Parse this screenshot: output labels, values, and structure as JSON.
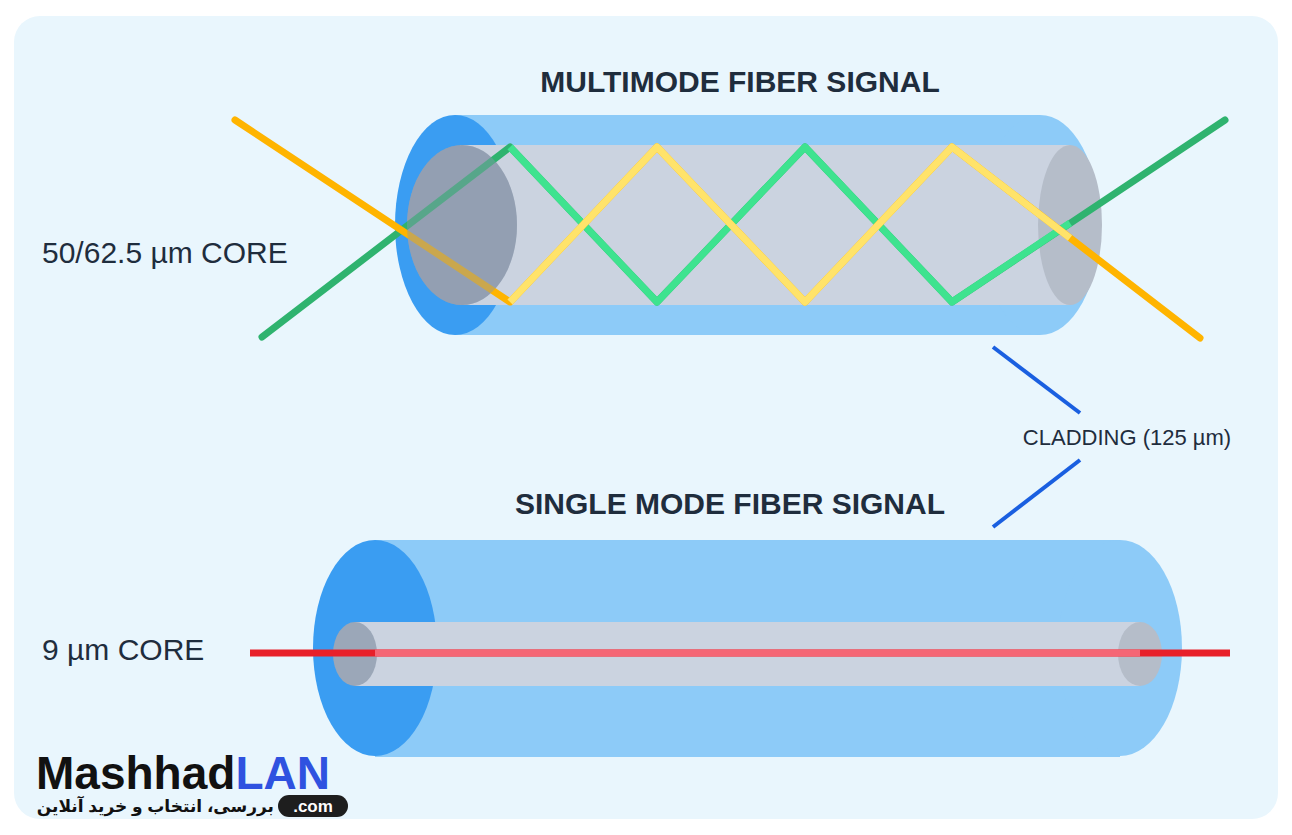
{
  "diagram": {
    "labels": [
      "MULTIMODE FIBER SIGNAL",
      "50/62.5 µm CORE",
      "CLADDING (125 µm)",
      "SINGLE MODE FIBER SIGNAL",
      "9 µm CORE",
      "Mashhad",
      "LAN",
      ".com",
      "بررسی، انتخاب و خرید آنلاین"
    ]
  }
}
